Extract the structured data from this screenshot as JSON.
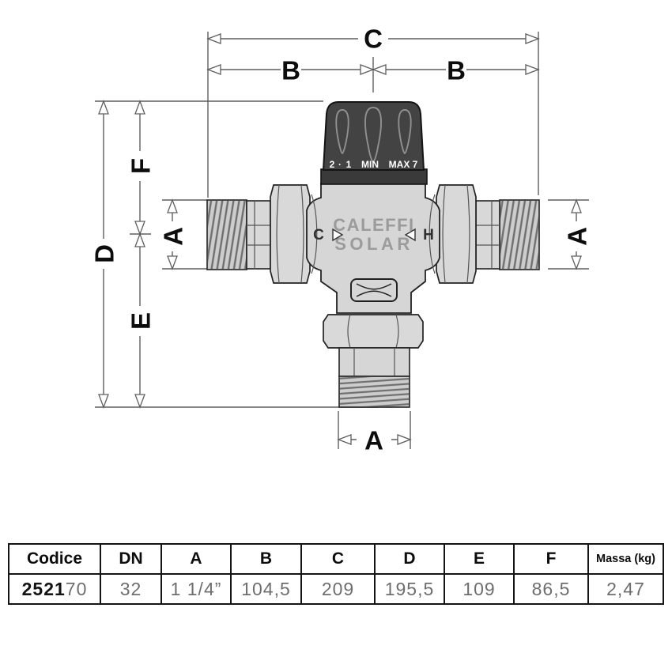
{
  "diagram": {
    "dims": {
      "c": "C",
      "b_left": "B",
      "b_right": "B",
      "d": "D",
      "f": "F",
      "e": "E",
      "a_left": "A",
      "a_right": "A",
      "a_bottom": "A"
    },
    "valve": {
      "brand": [
        "CALEFFI",
        "SOLAR"
      ],
      "ports": {
        "cold": "C",
        "hot": "H"
      },
      "knob_scale": [
        "2",
        "·",
        "1",
        "MIN",
        "MAX",
        "7"
      ]
    },
    "colors": {
      "body_gray": "#d6d6d6",
      "knob_dark": "#434343",
      "outline": "#222222",
      "dimension_line": "#5f5f5f",
      "brand_text": "#9b9b9b"
    }
  },
  "table": {
    "headers": [
      "Codice",
      "DN",
      "A",
      "B",
      "C",
      "D",
      "E",
      "F",
      "Massa (kg)"
    ],
    "row": {
      "codice_bold": "2521",
      "codice_light": "70",
      "values": [
        "32",
        "1 1/4”",
        "104,5",
        "209",
        "195,5",
        "109",
        "86,5",
        "2,47"
      ]
    }
  }
}
